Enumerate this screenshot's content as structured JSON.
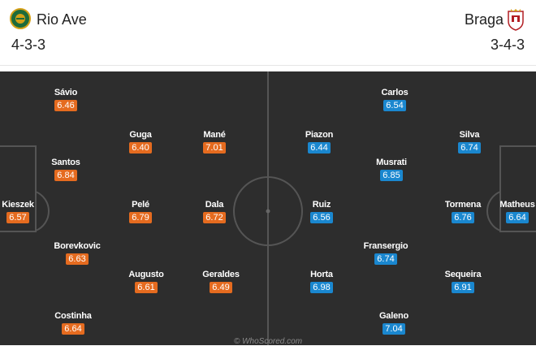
{
  "home": {
    "name": "Rio Ave",
    "formation": "4-3-3",
    "crest_icon": "rio-ave-crest-icon",
    "color": "#e56b1f",
    "players": [
      {
        "name": "Kieszek",
        "rating": "6.57"
      },
      {
        "name": "Sávio",
        "rating": "6.46"
      },
      {
        "name": "Santos",
        "rating": "6.84"
      },
      {
        "name": "Borevkovic",
        "rating": "6.63"
      },
      {
        "name": "Costinha",
        "rating": "6.64"
      },
      {
        "name": "Guga",
        "rating": "6.40"
      },
      {
        "name": "Pelé",
        "rating": "6.79"
      },
      {
        "name": "Augusto",
        "rating": "6.61"
      },
      {
        "name": "Mané",
        "rating": "7.01"
      },
      {
        "name": "Dala",
        "rating": "6.72"
      },
      {
        "name": "Geraldes",
        "rating": "6.49"
      }
    ]
  },
  "away": {
    "name": "Braga",
    "formation": "3-4-3",
    "crest_icon": "braga-crest-icon",
    "color": "#1a87cf",
    "players": [
      {
        "name": "Matheus",
        "rating": "6.64"
      },
      {
        "name": "Silva",
        "rating": "6.74"
      },
      {
        "name": "Tormena",
        "rating": "6.76"
      },
      {
        "name": "Sequeira",
        "rating": "6.91"
      },
      {
        "name": "Musrati",
        "rating": "6.85"
      },
      {
        "name": "Fransergio",
        "rating": "6.74"
      },
      {
        "name": "Piazon",
        "rating": "6.44"
      },
      {
        "name": "Ruiz",
        "rating": "6.56"
      },
      {
        "name": "Horta",
        "rating": "6.98"
      },
      {
        "name": "Carlos",
        "rating": "6.54"
      },
      {
        "name": "Galeno",
        "rating": "7.04"
      }
    ]
  },
  "pitch": {
    "background": "#2d2d2d",
    "line_color": "#555555"
  },
  "watermark": "© WhoScored.com"
}
